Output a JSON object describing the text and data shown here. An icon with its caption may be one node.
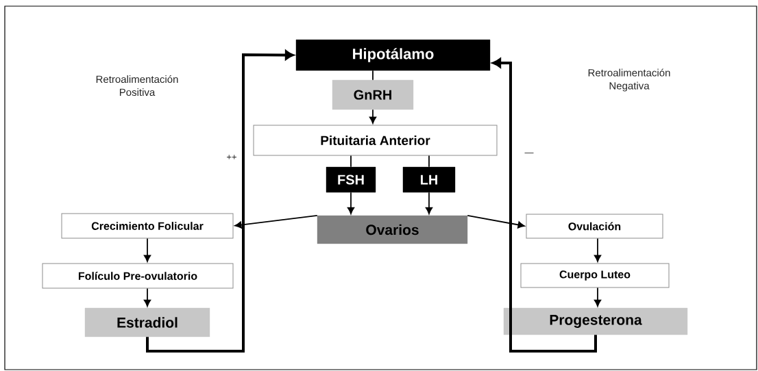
{
  "diagram": {
    "nodes": [
      {
        "text": [
          "Hipotálamo"
        ]
      },
      {
        "text": [
          "GnRH"
        ]
      },
      {
        "text": [
          "Pituitaria Anterior"
        ]
      },
      {
        "text": [
          "FSH"
        ]
      },
      {
        "text": [
          "LH"
        ]
      },
      {
        "text": [
          "Ovarios"
        ]
      },
      {
        "text": [
          "Crecimiento Folicular"
        ]
      },
      {
        "text": [
          "Folículo Pre-ovulatorio"
        ]
      },
      {
        "text": [
          "Estradiol"
        ]
      },
      {
        "text": [
          "Ovulación"
        ]
      },
      {
        "text": [
          "Cuerpo Luteo"
        ]
      },
      {
        "text": [
          "Progesterona"
        ]
      }
    ],
    "edges": [
      {
        "from": 0,
        "to": 1,
        "arrow": "none"
      },
      {
        "from": 1,
        "to": 2,
        "arrow": "to"
      },
      {
        "from": 2,
        "to": 3,
        "arrow": "none"
      },
      {
        "from": 2,
        "to": 4,
        "arrow": "none"
      },
      {
        "from": 3,
        "to": 5,
        "arrow": "to"
      },
      {
        "from": 4,
        "to": 5,
        "arrow": "to"
      },
      {
        "from": 5,
        "to": 6,
        "arrow": "to"
      },
      {
        "from": 5,
        "to": 9,
        "arrow": "to"
      },
      {
        "from": 6,
        "to": 7,
        "arrow": "to"
      },
      {
        "from": 7,
        "to": 8,
        "arrow": "to"
      },
      {
        "from": 9,
        "to": 10,
        "arrow": "to"
      },
      {
        "from": 10,
        "to": 11,
        "arrow": "to"
      },
      {
        "from": 8,
        "to": 0,
        "arrow": "to",
        "style": "thick"
      },
      {
        "from": 11,
        "to": 0,
        "arrow": "to",
        "style": "thick"
      }
    ],
    "labels": [
      "Retroalimentación Positiva",
      "Retroalimentación Negativa",
      "++",
      "—"
    ]
  }
}
